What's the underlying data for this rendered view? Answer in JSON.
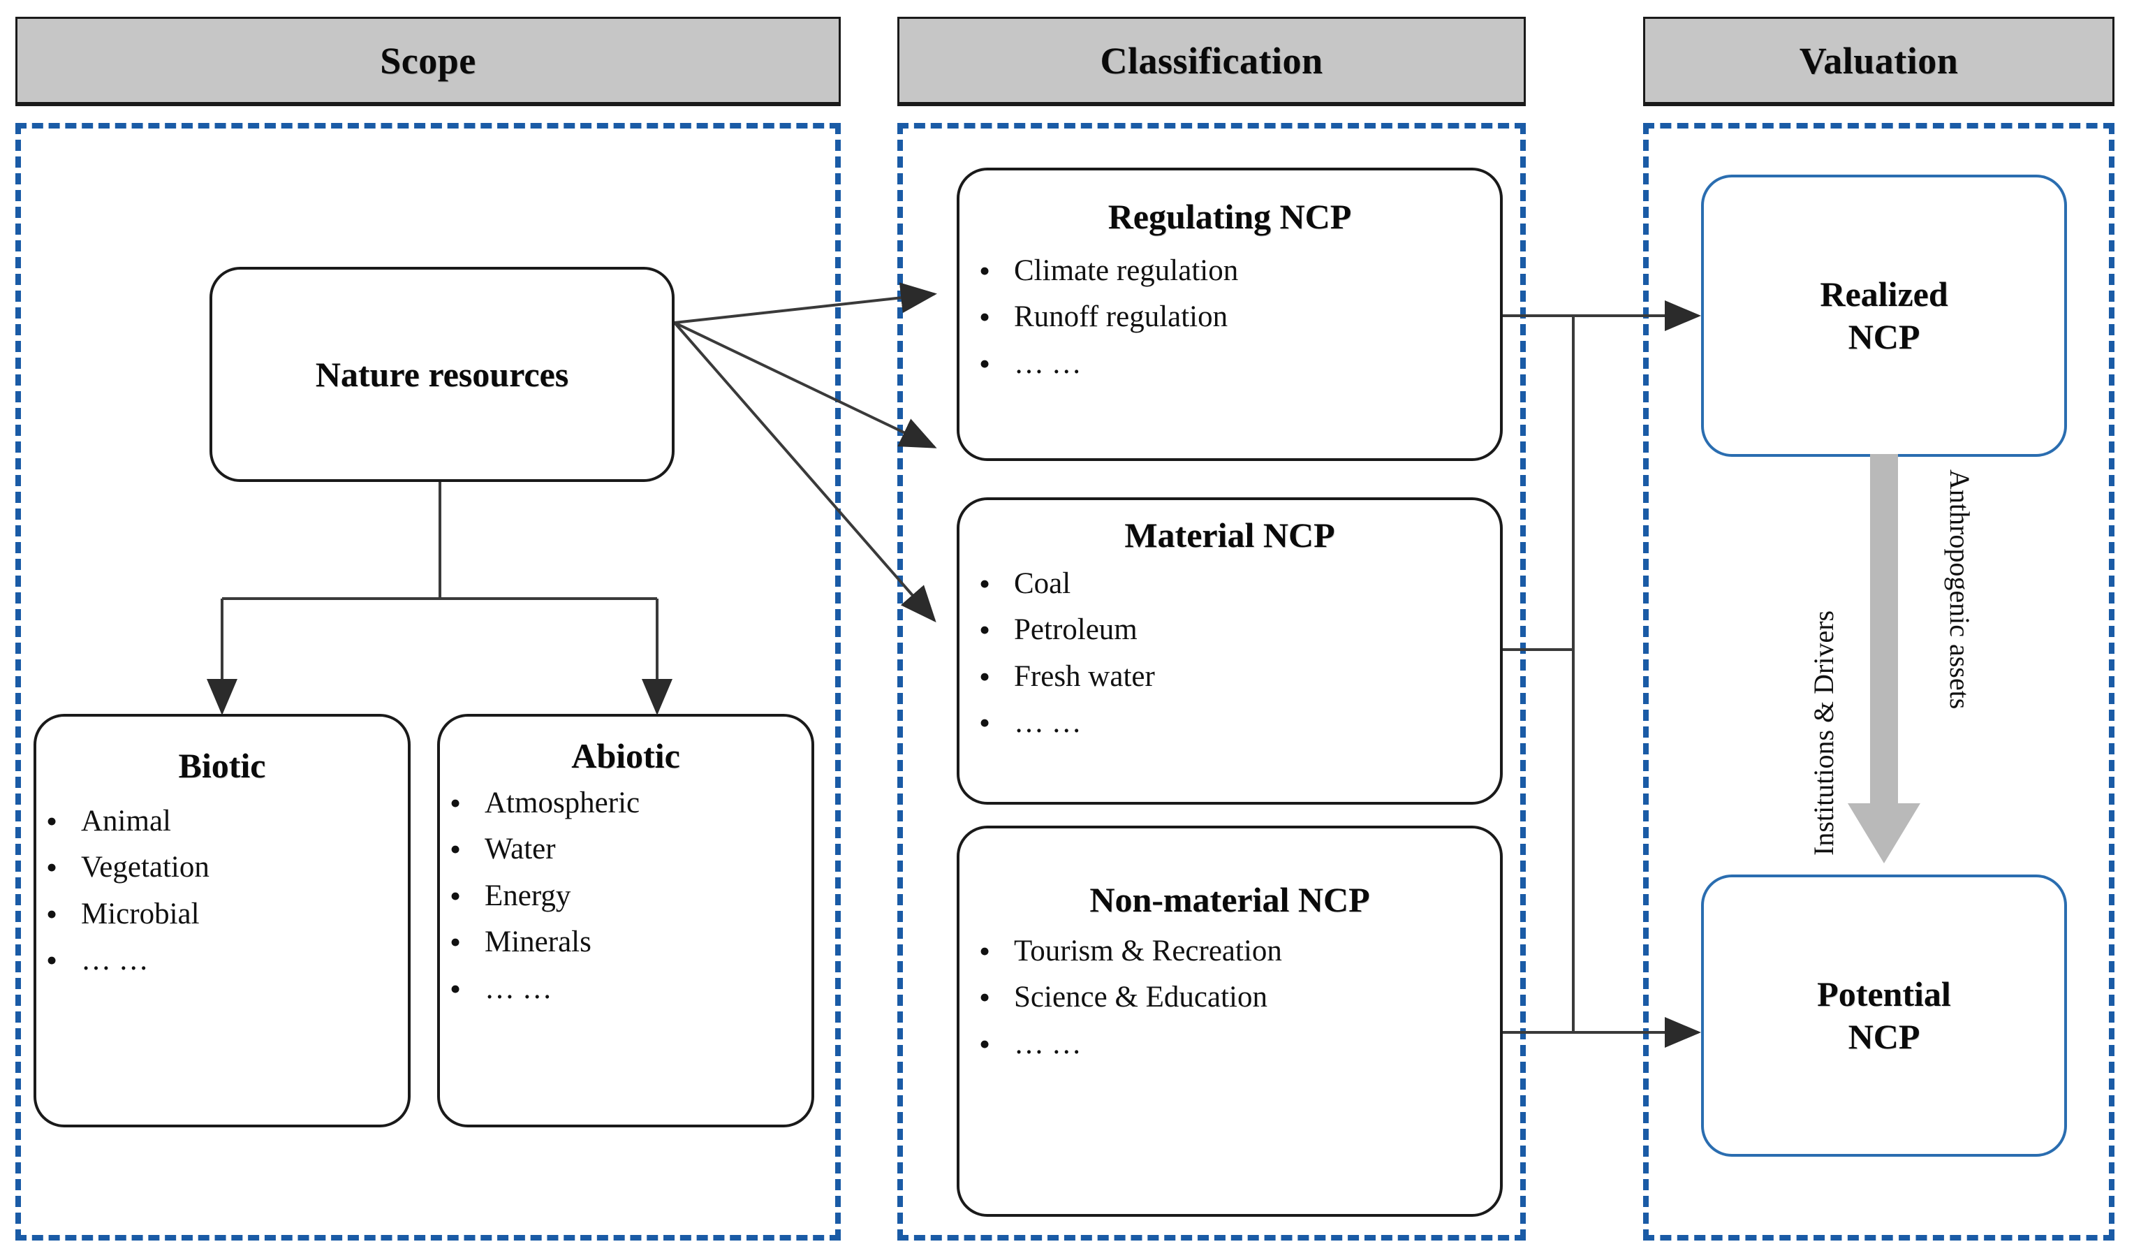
{
  "panels": [
    {
      "id": "scope",
      "title": "Scope"
    },
    {
      "id": "classification",
      "title": "Classification"
    },
    {
      "id": "valuation",
      "title": "Valuation"
    }
  ],
  "scope": {
    "root": {
      "title": "Nature resources"
    },
    "children": [
      {
        "title": "Biotic",
        "items": [
          "Animal",
          "Vegetation",
          "Microbial",
          "… …"
        ]
      },
      {
        "title": "Abiotic",
        "items": [
          "Atmospheric",
          "Water",
          "Energy",
          "Minerals",
          "… …"
        ]
      }
    ]
  },
  "classification": {
    "categories": [
      {
        "title": "Regulating NCP",
        "items": [
          "Climate regulation",
          "Runoff regulation",
          "… …"
        ]
      },
      {
        "title": "Material NCP",
        "items": [
          "Coal",
          "Petroleum",
          "Fresh water",
          "… …"
        ]
      },
      {
        "title": "Non-material NCP",
        "items": [
          "Tourism & Recreation",
          "Science & Education",
          "… …"
        ]
      }
    ]
  },
  "valuation": {
    "boxes": [
      {
        "id": "realized",
        "line1": "Realized",
        "line2": "NCP"
      },
      {
        "id": "potential",
        "line1": "Potential",
        "line2": "NCP"
      }
    ],
    "left_label": "Institutions & Drivers",
    "right_label": "Anthropogenic assets",
    "arrow_icon": "down-arrow-icon"
  },
  "colors": {
    "panel_border": "#1a5ba6",
    "header_fill": "#c6c6c6",
    "header_border": "#1a1a1a",
    "node_border": "#1a1a1a",
    "valuation_node_border": "#2a6db0",
    "connector": "#3a3a3a",
    "grey_arrow": "#b9b9b9"
  }
}
